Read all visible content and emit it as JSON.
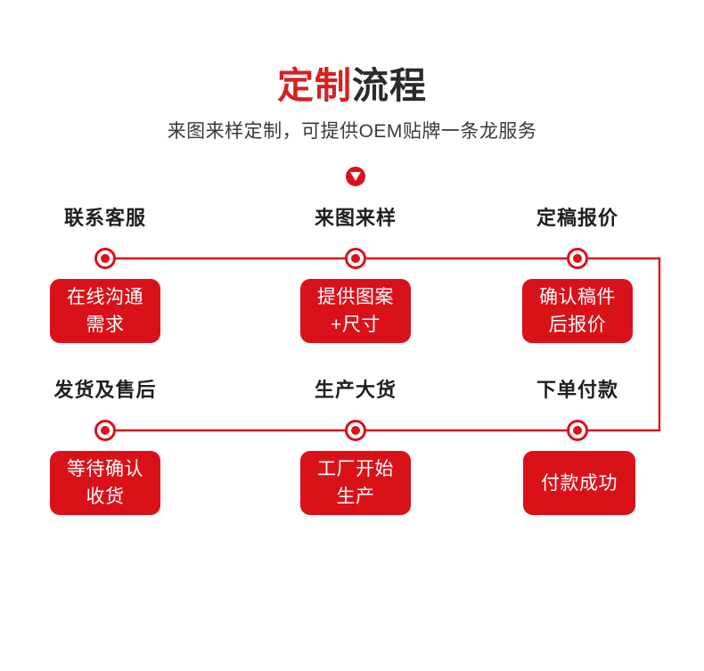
{
  "header": {
    "title_accent": "定制",
    "title_rest": "流程",
    "subtitle": "来图来样定制，可提供OEM贴牌一条龙服务",
    "down_badge_icon": "chevron-down-icon"
  },
  "colors": {
    "brand_red": "#d9121a",
    "title_red": "#d71f1f",
    "title_dark": "#2b2b2b",
    "label_dark": "#1f1f1f",
    "line_red": "#d9121a",
    "background": "#ffffff"
  },
  "flow": {
    "rows": [
      {
        "row_name": "top-row",
        "steps": [
          {
            "label": "联系客服",
            "box_text": "在线沟通\n需求"
          },
          {
            "label": "来图来样",
            "box_text": "提供图案\n+尺寸"
          },
          {
            "label": "定稿报价",
            "box_text": "确认稿件\n后报价"
          }
        ]
      },
      {
        "row_name": "bottom-row",
        "steps": [
          {
            "label": "发货及售后",
            "box_text": "等待确认\n收货"
          },
          {
            "label": "生产大货",
            "box_text": "工厂开始\n生产"
          },
          {
            "label": "下单付款",
            "box_text": "付款成功"
          }
        ]
      }
    ]
  }
}
